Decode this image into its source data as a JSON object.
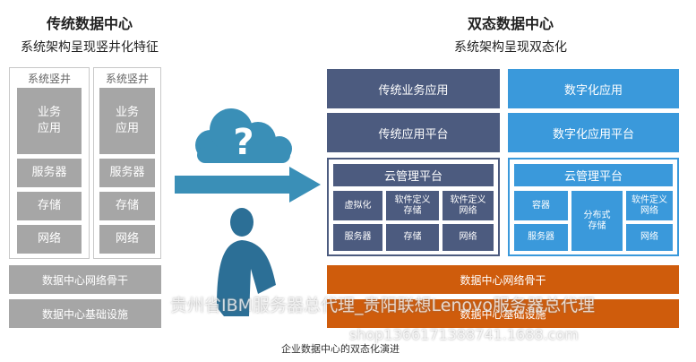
{
  "left": {
    "title": "传统数据中心",
    "subtitle": "系统架构呈现竖井化特征",
    "silo_label": "系统竖井",
    "silo_boxes": [
      "业务\n应用",
      "服务器",
      "存储",
      "网络"
    ],
    "backbone": "数据中心网络骨干",
    "infrastructure": "数据中心基础设施"
  },
  "right": {
    "title": "双态数据中心",
    "subtitle": "系统架构呈现双态化",
    "traditional": {
      "app": "传统业务应用",
      "platform": "传统应用平台",
      "cloud": "云管理平台",
      "cells": [
        "虚拟化",
        "软件定义\n存储",
        "软件定义\n网络",
        "服务器",
        "存储",
        "网络"
      ]
    },
    "digital": {
      "app": "数字化应用",
      "platform": "数字化应用平台",
      "cloud": "云管理平台",
      "cells": [
        "容器",
        "分布式\n存储",
        "软件定义\n网络",
        "服务器",
        "网络"
      ]
    },
    "backbone": "数据中心网络骨干",
    "infrastructure": "数据中心基础设施"
  },
  "center": {
    "question": "?"
  },
  "caption": "企业数据中心的双态化演进",
  "watermark": {
    "line1": "贵州省IBM服务器总代理_贵阳联想Lenovo服务器总代理",
    "line2": "shop1366171388741.1688.com"
  },
  "colors": {
    "gray": "#a6a6a6",
    "navy": "#4c5b7f",
    "sky_blue": "#3a99db",
    "orange": "#cf5c0c",
    "arrow": "#3a8fb7",
    "person": "#2c6f96"
  }
}
